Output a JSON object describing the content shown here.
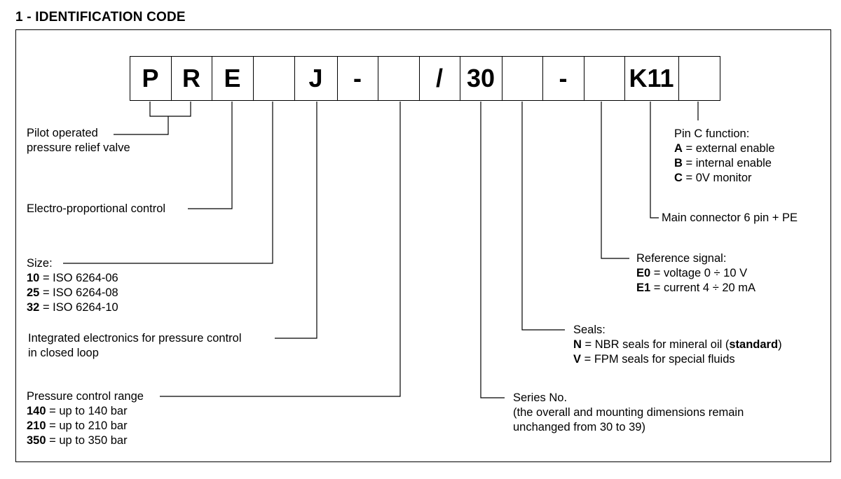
{
  "title": "1 - IDENTIFICATION CODE",
  "code_cells": [
    "P",
    "R",
    "E",
    "",
    "J",
    "-",
    "",
    "/",
    "30",
    "",
    "-",
    "",
    "K11",
    ""
  ],
  "labels": {
    "pilot": {
      "line1": "Pilot operated",
      "line2": "pressure relief valve"
    },
    "electro": {
      "text": "Electro-proportional control"
    },
    "size": {
      "heading": "Size:",
      "options": [
        {
          "code": "10",
          "desc": " = ISO 6264-06"
        },
        {
          "code": "25",
          "desc": " = ISO 6264-08"
        },
        {
          "code": "32",
          "desc": " = ISO 6264-10"
        }
      ]
    },
    "integrated": {
      "line1": "Integrated electronics for pressure control",
      "line2": "in closed loop"
    },
    "pressure": {
      "heading": "Pressure control range",
      "options": [
        {
          "code": "140",
          "desc": " = up to 140 bar"
        },
        {
          "code": "210",
          "desc": " = up to 210 bar"
        },
        {
          "code": "350",
          "desc": " = up to 350 bar"
        }
      ]
    },
    "pinc": {
      "heading": "Pin C function:",
      "options": [
        {
          "code": "A",
          "desc": " = external enable"
        },
        {
          "code": "B",
          "desc": " = internal enable"
        },
        {
          "code": "C",
          "desc": " = 0V monitor"
        }
      ]
    },
    "connector": {
      "text": "Main connector 6 pin + PE"
    },
    "reference": {
      "heading": "Reference signal:",
      "options": [
        {
          "code": "E0",
          "desc": " = voltage 0 ÷ 10 V"
        },
        {
          "code": "E1",
          "desc": " = current 4 ÷ 20 mA"
        }
      ]
    },
    "seals": {
      "heading": "Seals:",
      "n_code": "N",
      "n_desc": " = NBR seals for mineral oil (",
      "n_std": "standard",
      "n_close": ")",
      "v_code": "V",
      "v_desc": " = FPM seals for special fluids"
    },
    "series": {
      "heading": "Series No.",
      "line1": "(the overall and mounting dimensions remain",
      "line2": "unchanged from 30 to 39)"
    }
  }
}
